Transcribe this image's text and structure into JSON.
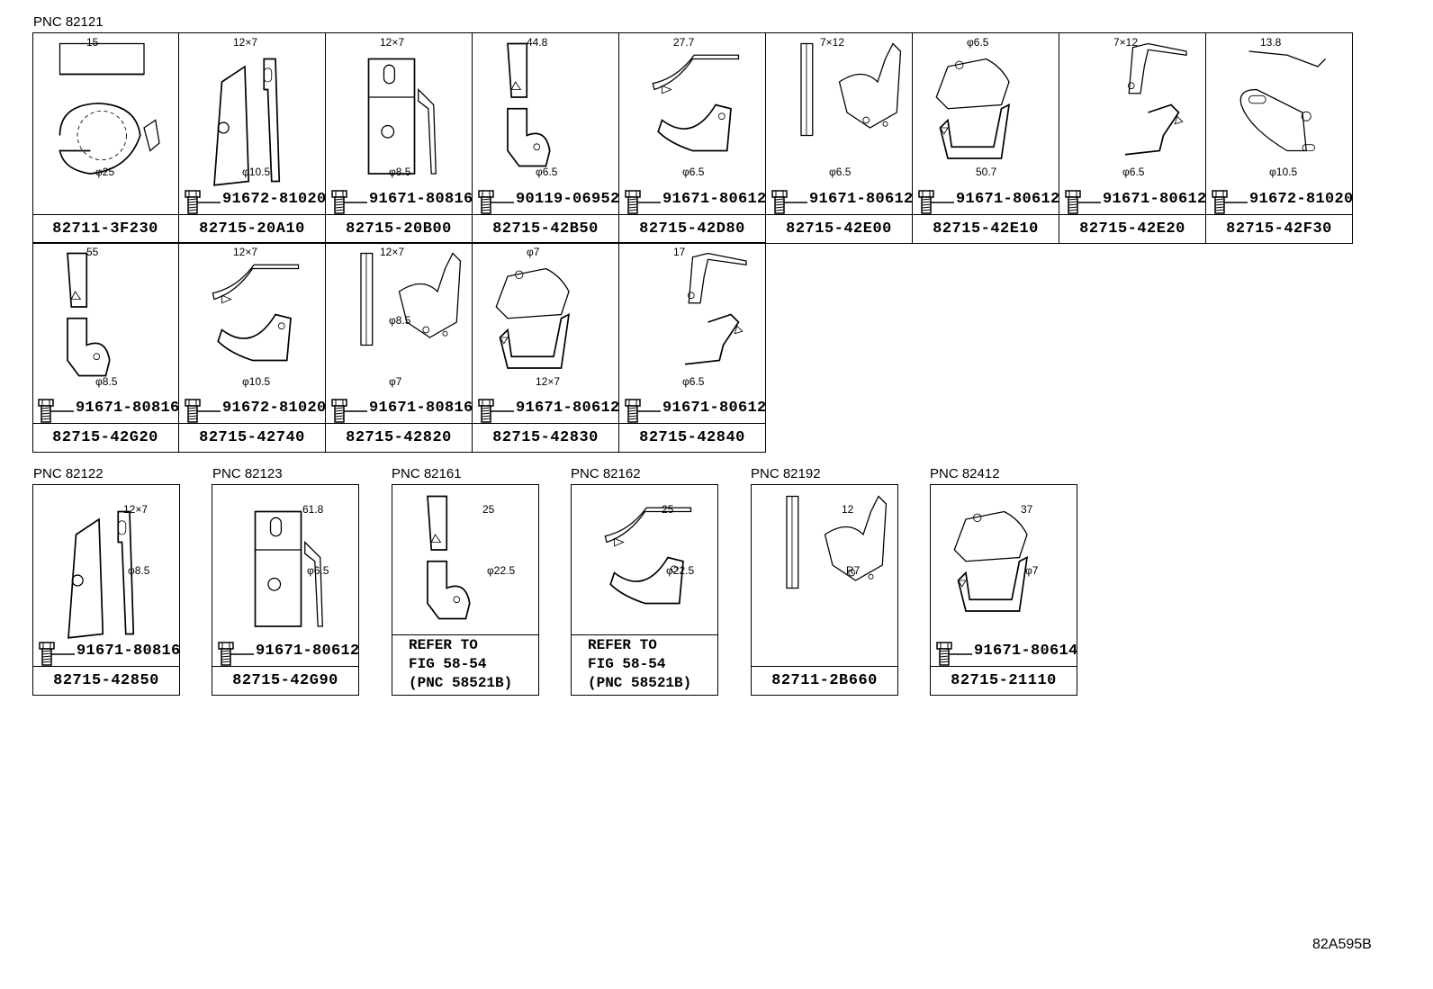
{
  "pnc_labels": {
    "p82121": "PNC 82121",
    "p82122": "PNC 82122",
    "p82123": "PNC 82123",
    "p82161": "PNC 82161",
    "p82162": "PNC 82162",
    "p82192": "PNC 82192",
    "p82412": "PNC 82412"
  },
  "row1": [
    {
      "part": "82711-3F230",
      "bolt": "",
      "dims": [
        "15",
        "φ25"
      ]
    },
    {
      "part": "82715-20A10",
      "bolt": "91672-81020",
      "dims": [
        "12×7",
        "φ10.5"
      ]
    },
    {
      "part": "82715-20B00",
      "bolt": "91671-80816",
      "dims": [
        "12×7",
        "φ8.5"
      ]
    },
    {
      "part": "82715-42B50",
      "bolt": "90119-06952",
      "dims": [
        "44.8",
        "φ6.5"
      ]
    },
    {
      "part": "82715-42D80",
      "bolt": "91671-80612",
      "dims": [
        "27.7",
        "φ6.5"
      ]
    },
    {
      "part": "82715-42E00",
      "bolt": "91671-80612",
      "dims": [
        "7×12",
        "φ6.5"
      ]
    },
    {
      "part": "82715-42E10",
      "bolt": "91671-80612",
      "dims": [
        "φ6.5",
        "50.7"
      ]
    },
    {
      "part": "82715-42E20",
      "bolt": "91671-80612",
      "dims": [
        "7×12",
        "φ6.5"
      ]
    },
    {
      "part": "82715-42F30",
      "bolt": "91672-81020",
      "dims": [
        "13.8",
        "φ10.5"
      ]
    }
  ],
  "row2": [
    {
      "part": "82715-42G20",
      "bolt": "91671-80816",
      "dims": [
        "55",
        "φ8.5"
      ]
    },
    {
      "part": "82715-42740",
      "bolt": "91672-81020",
      "dims": [
        "12×7",
        "φ10.5"
      ]
    },
    {
      "part": "82715-42820",
      "bolt": "91671-80816",
      "dims": [
        "12×7",
        "φ7",
        "φ8.5"
      ]
    },
    {
      "part": "82715-42830",
      "bolt": "91671-80612",
      "dims": [
        "φ7",
        "12×7"
      ]
    },
    {
      "part": "82715-42840",
      "bolt": "91671-80612",
      "dims": [
        "17",
        "φ6.5"
      ]
    }
  ],
  "bottom": [
    {
      "key": "p82122",
      "part": "82715-42850",
      "bolt": "91671-80816",
      "dims": [
        "12×7",
        "φ8.5"
      ]
    },
    {
      "key": "p82123",
      "part": "82715-42G90",
      "bolt": "91671-80612",
      "dims": [
        "61.8",
        "φ6.5"
      ]
    },
    {
      "key": "p82161",
      "refer": "REFER TO\nFIG 58-54\n(PNC 58521B)",
      "dims": [
        "25",
        "φ22.5"
      ]
    },
    {
      "key": "p82162",
      "refer": "REFER TO\nFIG 58-54\n(PNC 58521B)",
      "dims": [
        "25",
        "φ22.5"
      ]
    },
    {
      "key": "p82192",
      "part": "82711-2B660",
      "dims": [
        "12",
        "R7"
      ]
    },
    {
      "key": "p82412",
      "part": "82715-21110",
      "bolt": "91671-80614",
      "dims": [
        "37",
        "φ7"
      ]
    }
  ],
  "figure_id": "82A595B"
}
